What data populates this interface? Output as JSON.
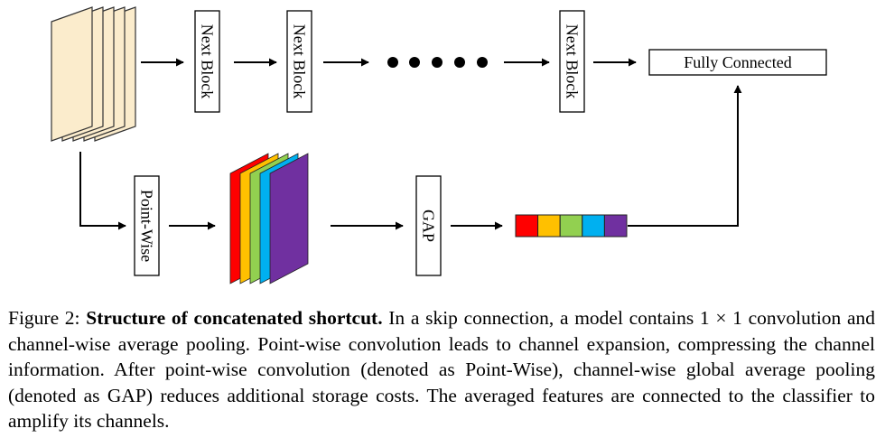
{
  "diagram": {
    "next_block_label": "Next Block",
    "pointwise_label": "Point-Wise",
    "gap_label": "GAP",
    "fc_label": "Fully Connected",
    "feature_map_color": "#fbeccc",
    "channel_colors": [
      "#ff0000",
      "#ffc000",
      "#92d050",
      "#00b0f0",
      "#7030a0"
    ]
  },
  "caption": {
    "prefix": "Figure 2:",
    "title": "Structure of concatenated shortcut.",
    "body": "In a skip connection, a model contains 1 × 1 convolution and channel-wise average pooling. Point-wise convolution leads to channel expansion, compressing the channel information. After point-wise convolution (denoted as Point-Wise), channel-wise global average pooling (denoted as GAP) reduces additional storage costs. The averaged features are connected to the classifier to amplify its channels."
  }
}
